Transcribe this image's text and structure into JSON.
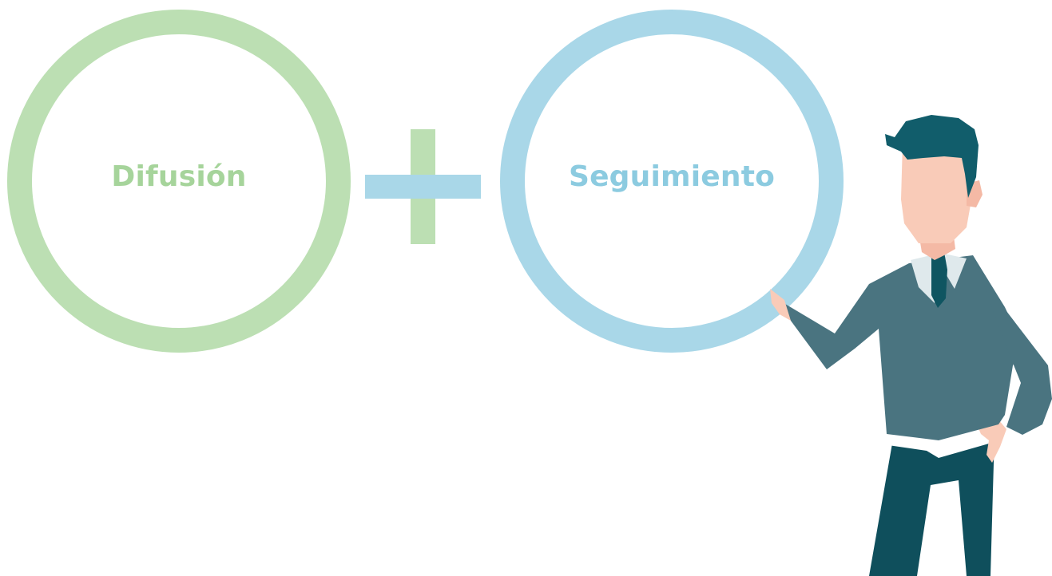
{
  "diagram": {
    "left_item": {
      "label": "Difusión",
      "color": "#bcdfb3",
      "text_color": "#a6d49b"
    },
    "operator": {
      "symbol": "plus",
      "vertical_color": "#bcdfb3",
      "horizontal_color": "#a9d7e8"
    },
    "right_item": {
      "label": "Seguimiento",
      "color": "#a9d7e8",
      "text_color": "#8ccbe0"
    },
    "illustration": {
      "icon": "presenter-man-illustration",
      "colors": {
        "hair": "#115d6b",
        "skin": "#f9cbb8",
        "sweater": "#4a7480",
        "shirt": "#dfe9ec",
        "tie": "#0f5561",
        "trousers": "#0f4f5c"
      }
    }
  }
}
